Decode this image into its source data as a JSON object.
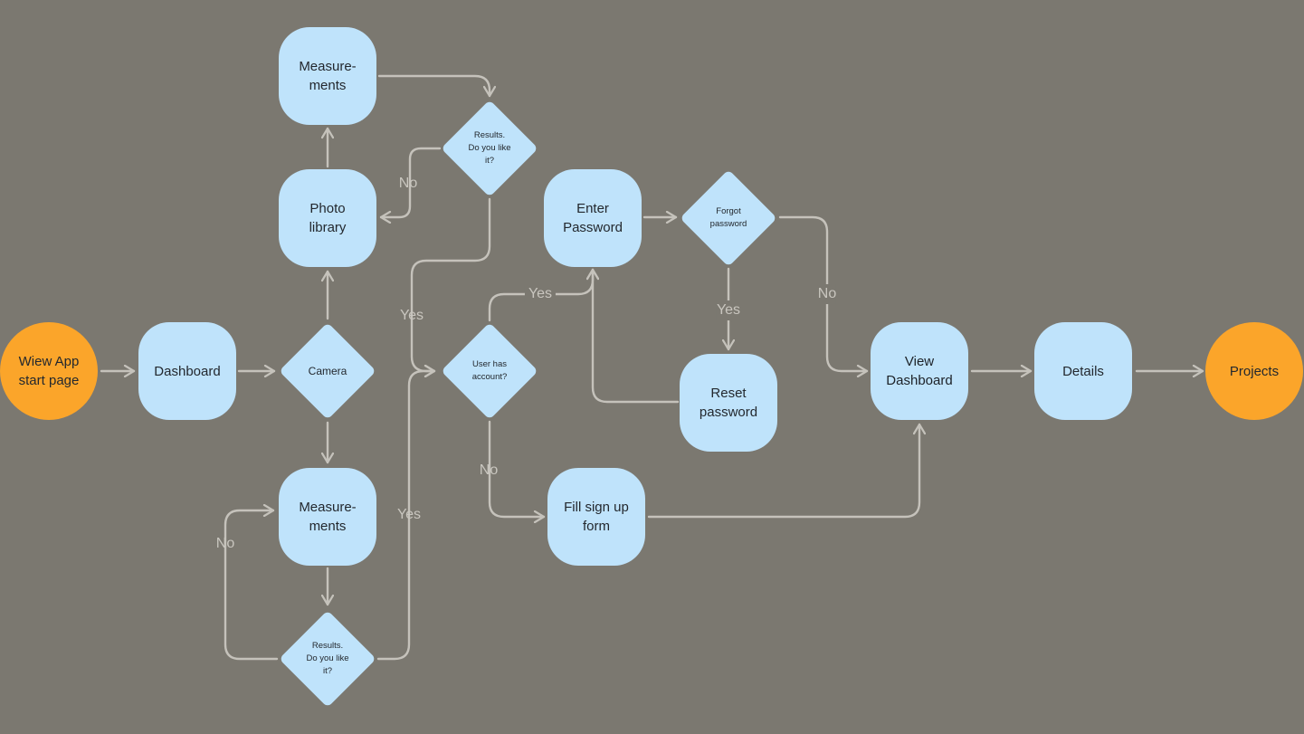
{
  "diagram": {
    "colors": {
      "background": "#7b7870",
      "process": "#bfe3fb",
      "terminal": "#fba52a",
      "connector": "#c5c2bb",
      "label": "#c9c6bf",
      "text": "#23282e"
    },
    "nodes": {
      "start": "Wiew App start page",
      "dashboard": "Dashboard",
      "camera": "Camera",
      "photo_library": "Photo library",
      "measurements_top": "Measure-ments",
      "results_top": "Results. Do you like it?",
      "measurements_bottom": "Measure-ments",
      "results_bottom": "Results. Do you like it?",
      "user_has_account": "User has account?",
      "enter_password": "Enter Password",
      "forgot_password": "Forgot password",
      "reset_password": "Reset password",
      "fill_sign_up": "Fill sign up form",
      "view_dashboard": "View Dashboard",
      "details": "Details",
      "projects": "Projects"
    },
    "edge_labels": {
      "results_top_no": "No",
      "results_top_yes": "Yes",
      "results_bottom_no": "No",
      "results_bottom_yes": "Yes",
      "account_yes": "Yes",
      "account_no": "No",
      "forgot_yes": "Yes",
      "forgot_no": "No"
    }
  }
}
